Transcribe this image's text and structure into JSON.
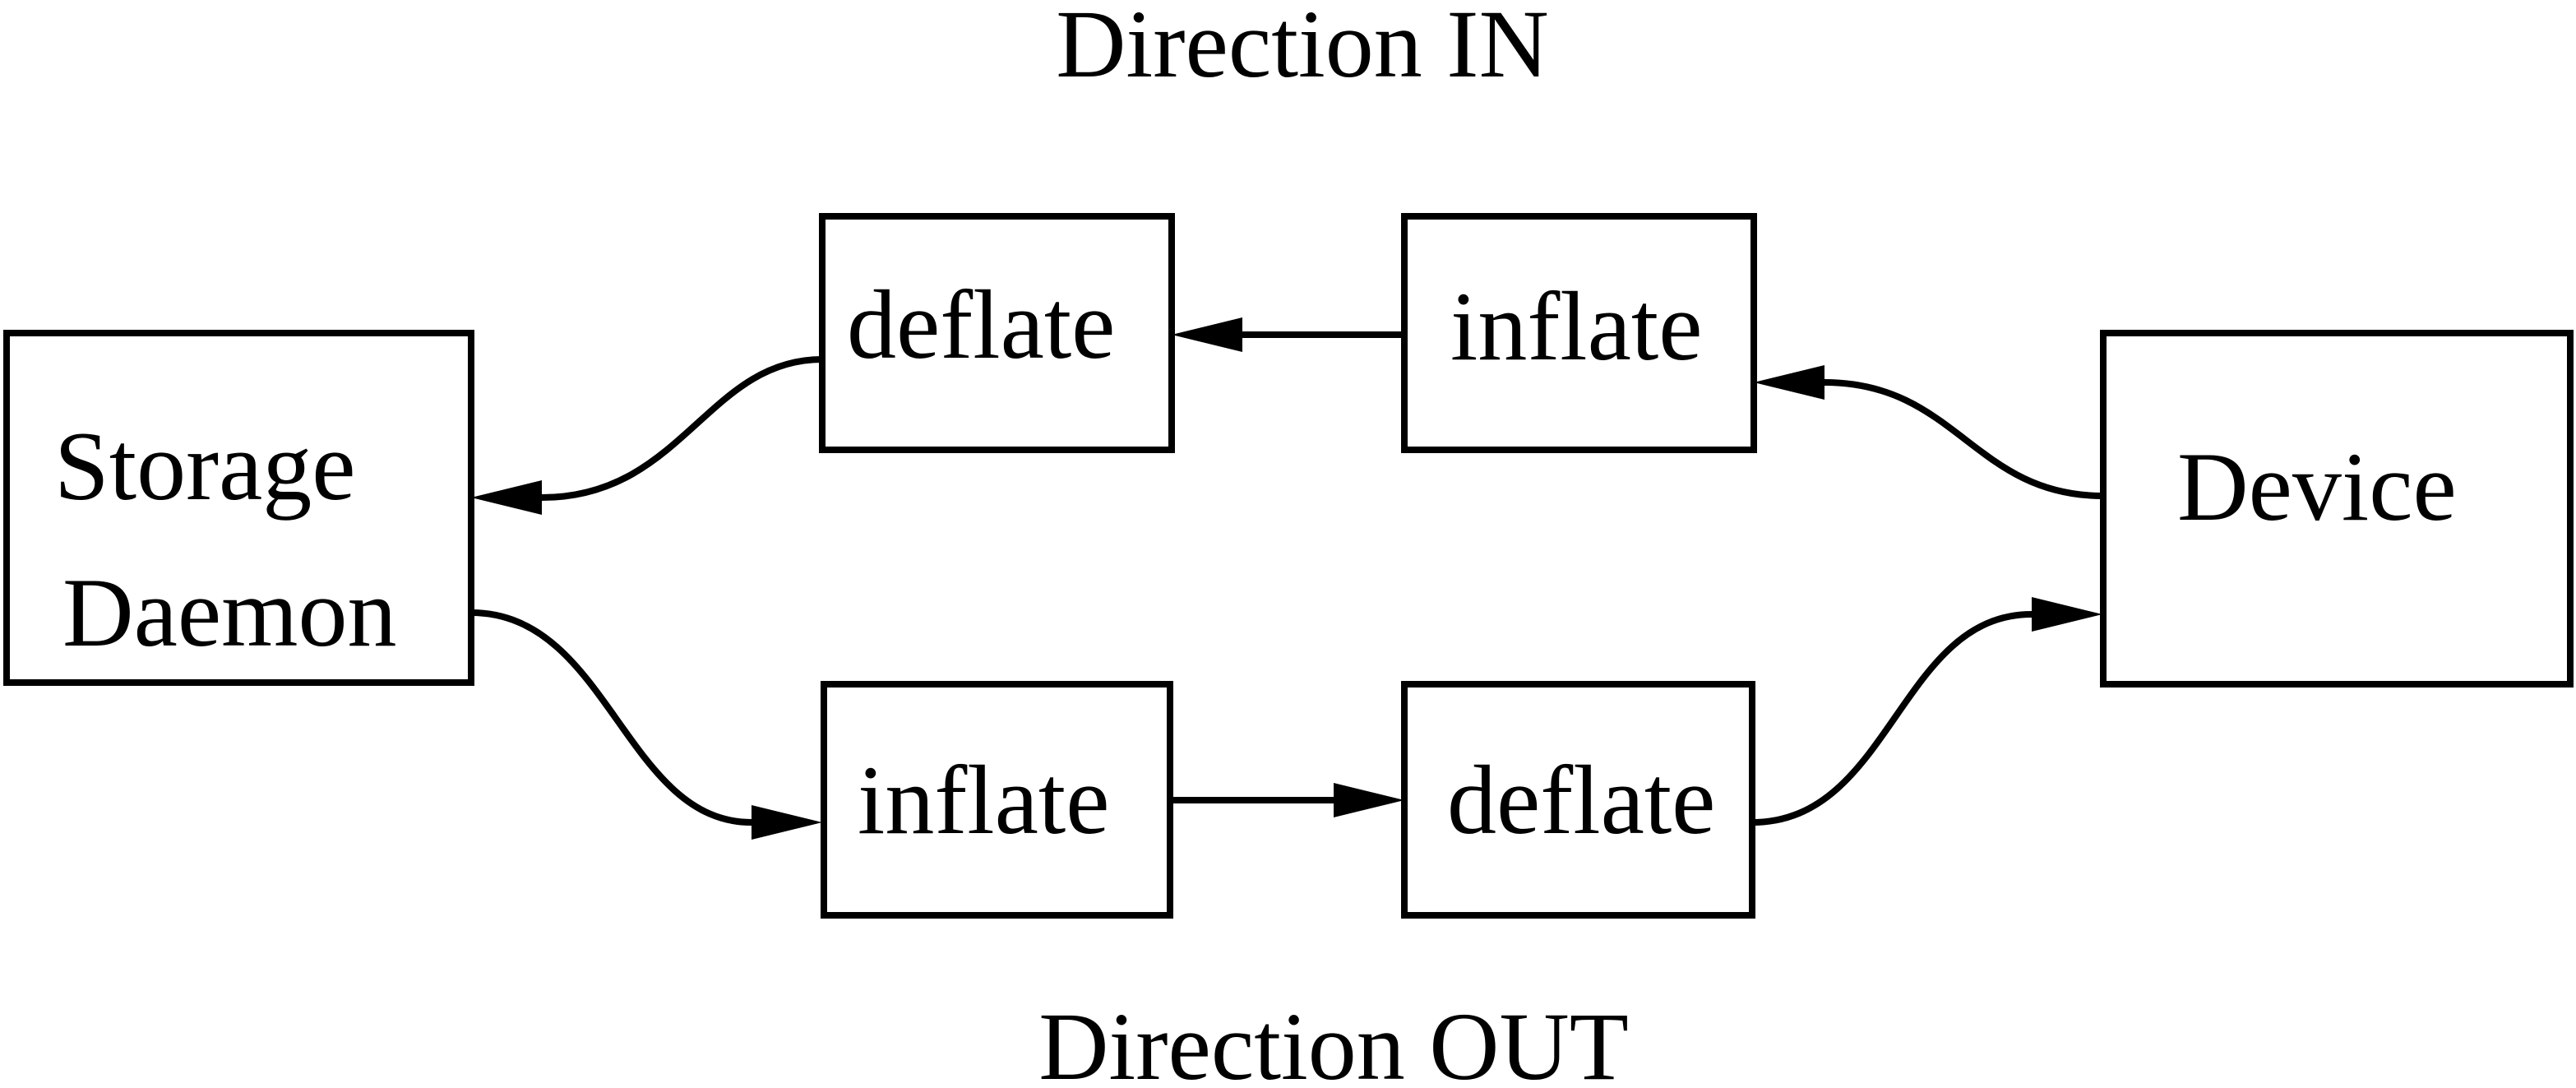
{
  "diagram": {
    "background_color": "#ffffff",
    "line_color": "#000000",
    "titles": {
      "top": "Direction IN",
      "bottom": "Direction OUT"
    },
    "boxes": {
      "storage_daemon": {
        "label_line1": "Storage",
        "label_line2": "Daemon"
      },
      "deflate_in": {
        "label": "deflate"
      },
      "inflate_in": {
        "label": "inflate"
      },
      "inflate_out": {
        "label": "inflate"
      },
      "deflate_out": {
        "label": "deflate"
      },
      "device": {
        "label": "Device"
      }
    },
    "flows": [
      {
        "name": "direction-in",
        "sequence": "Device → inflate → deflate → Storage Daemon"
      },
      {
        "name": "direction-out",
        "sequence": "Storage Daemon → inflate → deflate → Device"
      }
    ]
  }
}
